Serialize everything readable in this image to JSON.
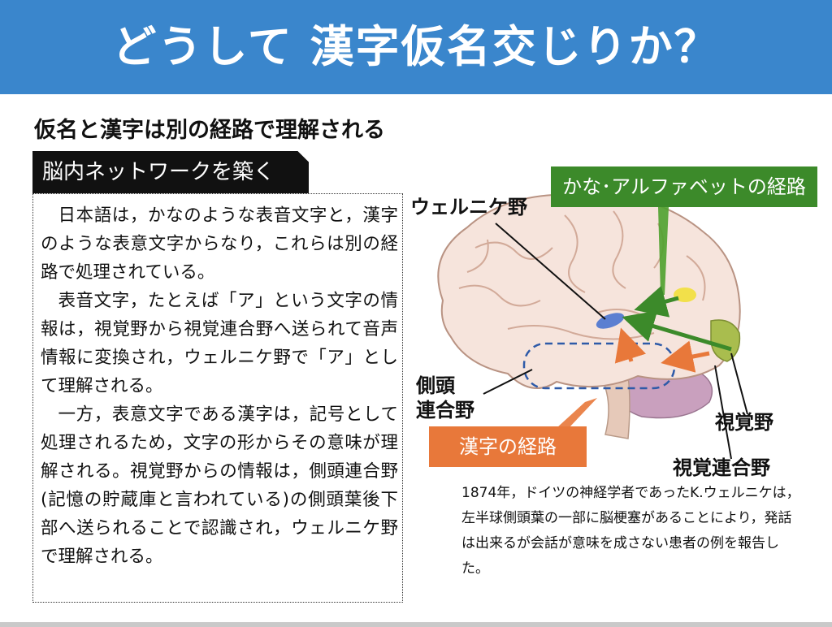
{
  "header": {
    "title": "どうして 漢字仮名交じりか？"
  },
  "subtitle": "仮名と漢字は別の経路で理解される",
  "tab": {
    "label": "脳内ネットワークを築く"
  },
  "body": {
    "paragraphs": [
      "日本語は，かなのような表音文字と，漢字のような表意文字からなり，これらは別の経路で処理されている。",
      "表音文字，たとえば「ア」という文字の情報は，視覚野から視覚連合野へ送られて音声情報に変換され，ウェルニケ野で「ア」として理解される。",
      "一方，表意文字である漢字は，記号として処理されるため，文字の形からその意味が理解される。視覚野からの情報は，側頭連合野(記憶の貯蔵庫と言われている)の側頭葉後下部へ送られることで認識され，ウェルニケ野で理解される。"
    ]
  },
  "diagram": {
    "labels": {
      "wernicke": "ウェルニケ野",
      "temporal_line1": "側頭",
      "temporal_line2": "連合野",
      "visual_cortex": "視覚野",
      "visual_assoc": "視覚連合野"
    },
    "kana_route": "かな･アルファベットの経路",
    "kanji_route": "漢字の経路",
    "colors": {
      "green": "#3c8a2a",
      "orange": "#e8783a",
      "wernicke_blue": "#5b7fd1",
      "brain": "#f6e4dc"
    }
  },
  "caption": "1874年，ドイツの神経学者であったK.ウェルニケは，左半球側頭葉の一部に脳梗塞があることにより，発話は出来るが会話が意味を成さない患者の例を報告した。"
}
